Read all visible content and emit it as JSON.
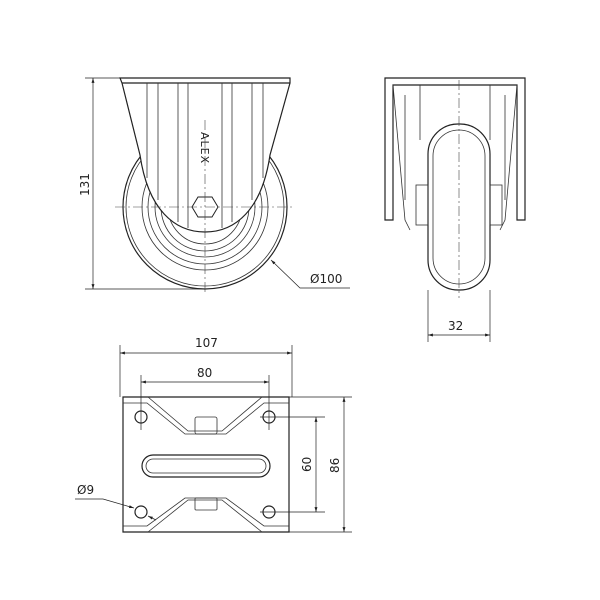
{
  "drawing": {
    "brand_mark": "ALEX",
    "dimensions": {
      "height": "131",
      "wheel_diameter": "Ø100",
      "wheel_width": "32",
      "plate_width": "107",
      "hole_spacing_x": "80",
      "hole_spacing_y": "60",
      "plate_length": "86",
      "hole_diameter": "Ø9"
    }
  }
}
